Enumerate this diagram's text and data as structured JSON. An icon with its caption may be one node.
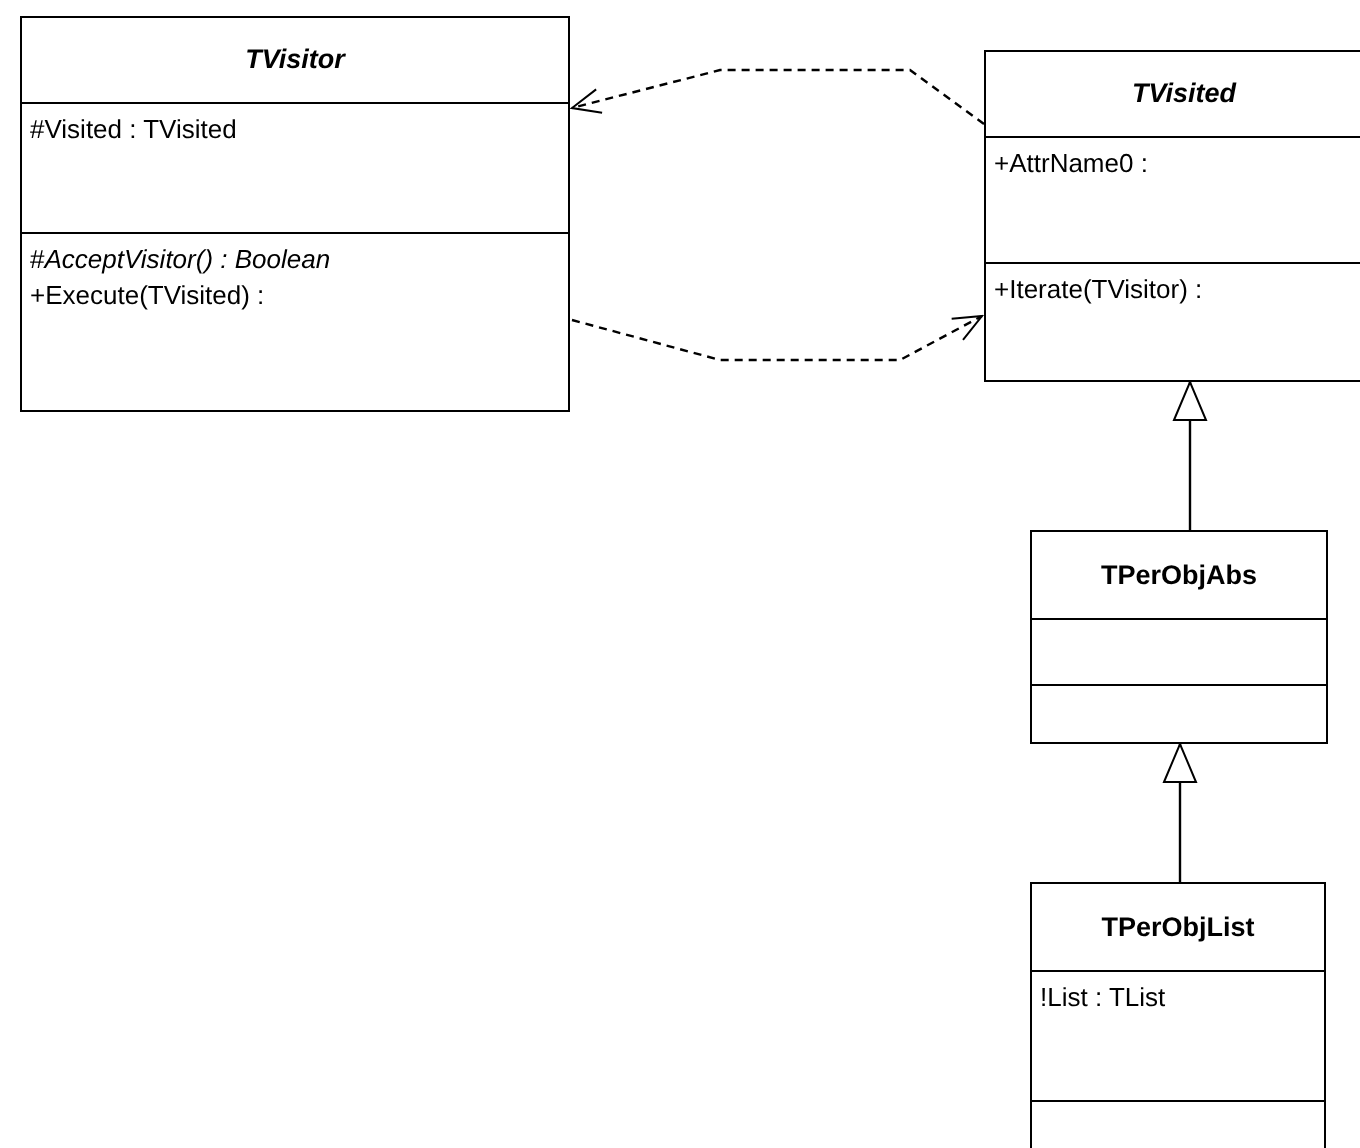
{
  "diagram": {
    "nodes": [
      {
        "text": [
          "TVisitor",
          "#Visited : TVisited",
          "#*AcceptVisitor() : Boolean*",
          "+Execute(TVisited) :"
        ]
      },
      {
        "text": [
          "TVisited",
          "+AttrName0 :",
          "+Iterate(TVisitor) :"
        ]
      },
      {
        "text": [
          "TPerObjAbs"
        ]
      },
      {
        "text": [
          "TPerObjList",
          "!List : TList"
        ]
      }
    ],
    "edges": [
      {
        "from": 1,
        "to": 0,
        "arrow": "to",
        "style": "dashed"
      },
      {
        "from": 0,
        "to": 1,
        "arrow": "to",
        "style": "dashed"
      },
      {
        "from": 2,
        "to": 1,
        "arrow": "to"
      },
      {
        "from": 3,
        "to": 2,
        "arrow": "to"
      }
    ]
  }
}
